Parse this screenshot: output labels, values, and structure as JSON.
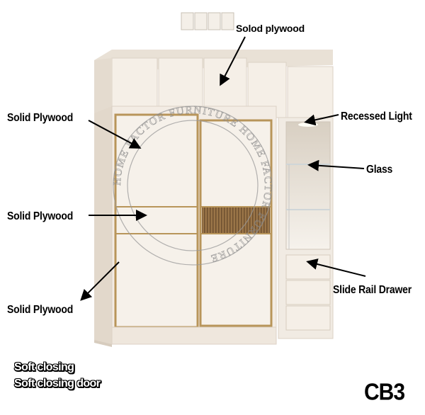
{
  "labels": {
    "top_plywood": "Solod plywood",
    "recessed_light": "Recessed Light",
    "solid_plywood_upper": "Solid Plywood",
    "glass": "Glass",
    "solid_plywood_middle": "Solid Plywood",
    "slide_rail_drawer": "Slide Rail Drawer",
    "solid_plywood_lower": "Solid Plywood"
  },
  "features": {
    "line1": "Soft closing",
    "line2": "Soft closing door"
  },
  "model_code": "CB3",
  "watermark": {
    "text": "HOME FACTOR FURNITURE HOME FACTOR FURNITURE"
  },
  "colors": {
    "cabinet": "#f3ece4",
    "cabinet_shade": "#e6ddd2",
    "gold_frame": "#b8955a",
    "bronze_panel": "#8a6a40"
  }
}
